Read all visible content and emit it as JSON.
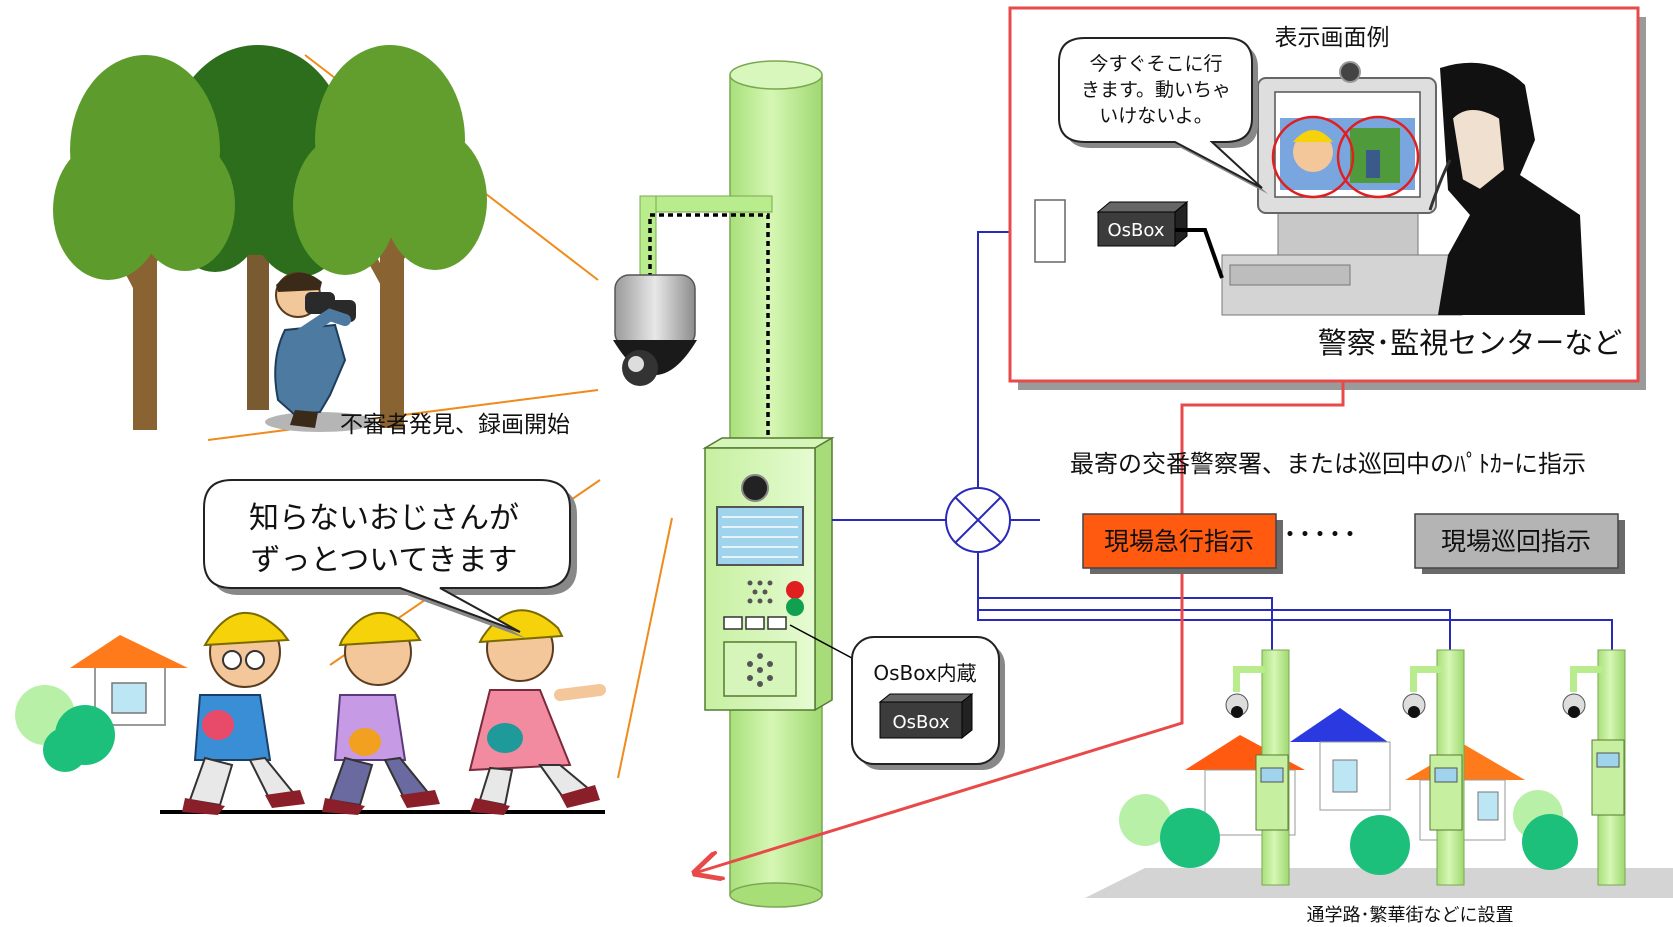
{
  "labels": {
    "display_example": "表示画面例",
    "speech_officer_line1": "今すぐそこに行",
    "speech_officer_line2": "きます。動いちゃ",
    "speech_officer_line3": "いけないよ。",
    "osbox": "OsBox",
    "police_center": "警察･監視センターなど",
    "suspicious_found": "不審者発見、録画開始",
    "speech_child_line1": "知らないおじさんが",
    "speech_child_line2": "ずっとついてきます",
    "nearest_instruction": "最寄の交番警察署、または巡回中のﾊﾟﾄｶｰに指示",
    "urgent_instruction": "現場急行指示",
    "dots": "･････",
    "patrol_instruction": "現場巡回指示",
    "osbox_built_in": "OsBox内蔵",
    "osbox_small": "OsBox",
    "install_note": "通学路･繁華街などに設置"
  },
  "colors": {
    "alert_red": "#e84a4a",
    "urgent_orange": "#ff5a10",
    "patrol_gray": "#b4b4b4",
    "pole_green": "#b9ec8c",
    "network_blue": "#2a2ab8",
    "sightline_orange": "#f08a1a"
  }
}
